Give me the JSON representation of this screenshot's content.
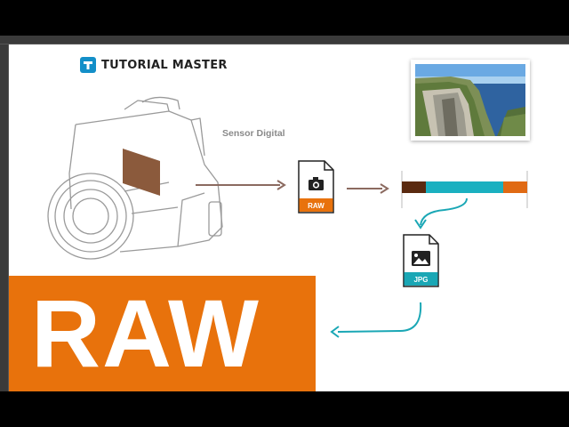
{
  "brand": {
    "name": "TUTORIAL MASTER",
    "color": "#138fc8"
  },
  "diagram": {
    "sensor_label": "Sensor Digital",
    "raw_file": {
      "tag": "RAW",
      "icon": "camera-icon",
      "color": "#e8720c"
    },
    "jpg_file": {
      "tag": "JPG",
      "icon": "image-icon",
      "color": "#1aa7b5"
    },
    "bar_segments": [
      {
        "color": "#5a2a10",
        "fraction": 0.19
      },
      {
        "color": "#1ab0c0",
        "fraction": 0.62
      },
      {
        "color": "#e06a14",
        "fraction": 0.19
      }
    ]
  },
  "banner": {
    "text": "RAW",
    "color": "#e8720c"
  },
  "colors": {
    "arrow_brown": "#8b6a60",
    "arrow_teal": "#1aa7b5",
    "sensor": "#8b5a3c"
  }
}
